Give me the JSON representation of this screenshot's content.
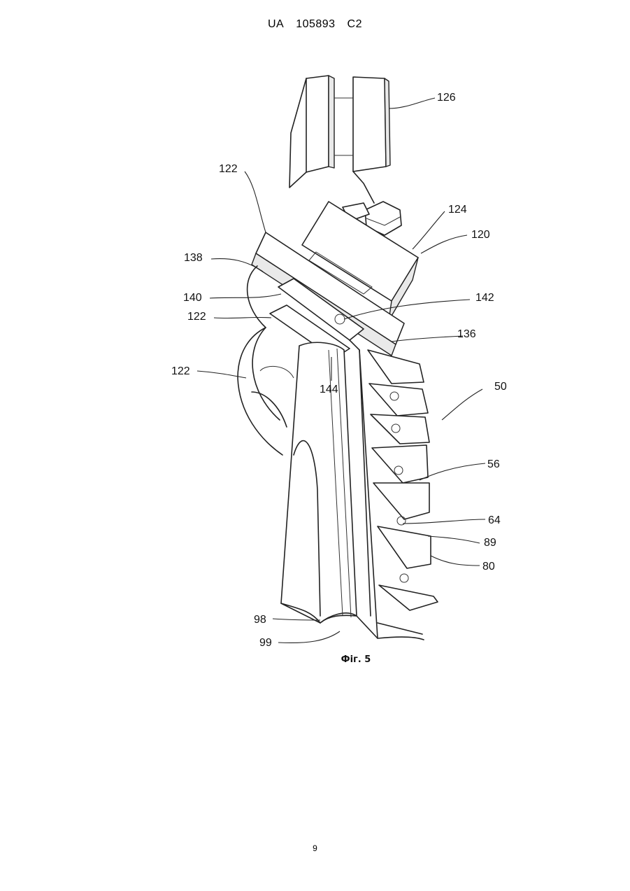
{
  "header": {
    "country": "UA",
    "number": "105893",
    "kind": "C2"
  },
  "figure": {
    "caption": "Фіг. 5",
    "labels": {
      "l126": "126",
      "l122a": "122",
      "l124": "124",
      "l120": "120",
      "l138": "138",
      "l140": "140",
      "l142": "142",
      "l122b": "122",
      "l136": "136",
      "l122c": "122",
      "l144": "144",
      "l50": "50",
      "l56": "56",
      "l64": "64",
      "l89": "89",
      "l80": "80",
      "l98": "98",
      "l99": "99"
    }
  },
  "page_number": "9"
}
